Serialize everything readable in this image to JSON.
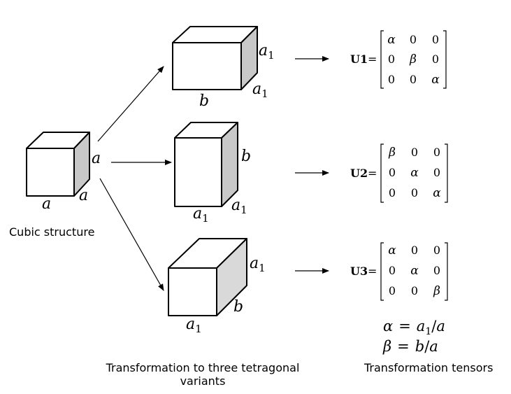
{
  "labels": {
    "cubic_caption": "Cubic structure",
    "transform_caption_line1": "Transformation to three tetragonal",
    "transform_caption_line2": "variants",
    "tensors_caption": "Transformation tensors"
  },
  "cube": {
    "bottom": "a",
    "depth": "a",
    "height": "a"
  },
  "variant1": {
    "bottom": "b",
    "height": "a",
    "depth": "a",
    "height_sub": "1",
    "depth_sub": "1"
  },
  "variant2": {
    "bottom": "a",
    "bottom_sub": "1",
    "depth": "a",
    "depth_sub": "1",
    "height": "b"
  },
  "variant3": {
    "bottom": "a",
    "bottom_sub": "1",
    "height": "a",
    "height_sub": "1",
    "depth": "b"
  },
  "tensors": [
    {
      "name": "U1",
      "equals": "=",
      "rows": [
        [
          "α",
          "0",
          "0"
        ],
        [
          "0",
          "β",
          "0"
        ],
        [
          "0",
          "0",
          "α"
        ]
      ]
    },
    {
      "name": "U2",
      "equals": "=",
      "rows": [
        [
          "β",
          "0",
          "0"
        ],
        [
          "0",
          "α",
          "0"
        ],
        [
          "0",
          "0",
          "α"
        ]
      ]
    },
    {
      "name": "U3",
      "equals": "=",
      "rows": [
        [
          "α",
          "0",
          "0"
        ],
        [
          "0",
          "α",
          "0"
        ],
        [
          "0",
          "0",
          "β"
        ]
      ]
    }
  ],
  "relations": {
    "alpha": {
      "lhs": "α",
      "eq": "=",
      "a": "a",
      "sub": "1",
      "slash": "/",
      "den": "a"
    },
    "beta": {
      "lhs": "β",
      "eq": "=",
      "num": "b",
      "slash": "/",
      "den": "a"
    }
  },
  "colors": {
    "face": "#ffffff",
    "side": "#c8c8c8",
    "side_light": "#d9d9d9",
    "stroke": "#000000"
  }
}
